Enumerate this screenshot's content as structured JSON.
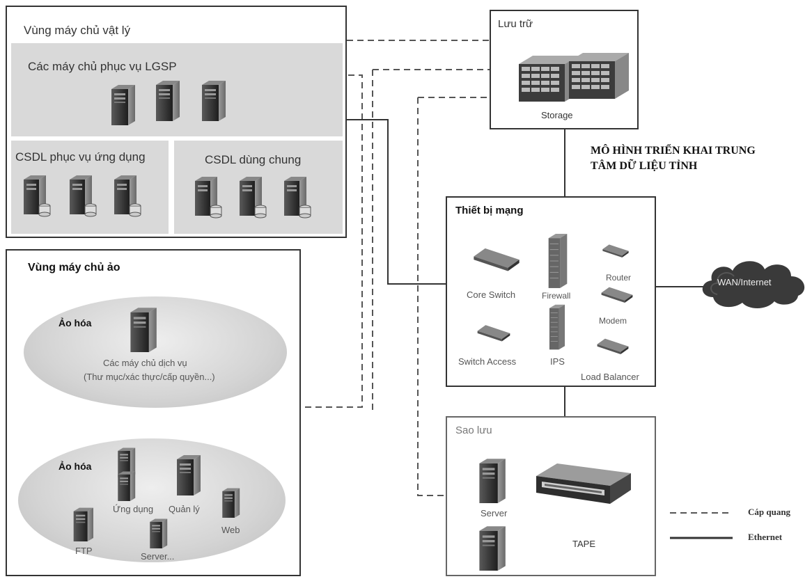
{
  "physical_zone": {
    "title": "Vùng máy chủ vật lý",
    "lgsp_label": "Các máy chủ phục vụ LGSP",
    "app_db_label": "CSDL phục vụ ứng dụng",
    "shared_db_label": "CSDL dùng chung"
  },
  "virtual_zone": {
    "title": "Vùng máy chủ ảo",
    "virt1": {
      "label": "Ảo hóa",
      "caption_line1": "Các máy chủ dịch vụ",
      "caption_line2": "(Thư mục/xác thực/cấp quyền...)"
    },
    "virt2": {
      "label": "Ảo hóa",
      "app": "Ứng dụng",
      "manage": "Quản lý",
      "ftp": "FTP",
      "server": "Server...",
      "web": "Web"
    }
  },
  "storage": {
    "title": "Lưu trữ",
    "item": "Storage"
  },
  "heading": {
    "line1": "MÔ HÌNH TRIỂN KHAI TRUNG",
    "line2": "TÂM DỮ LIỆU TỈNH"
  },
  "network": {
    "title": "Thiết bị mạng",
    "core_switch": "Core Switch",
    "firewall": "Firewall",
    "router": "Router",
    "modem": "Modem",
    "switch_access": "Switch Access",
    "ips": "IPS",
    "load_balancer": "Load Balancer"
  },
  "wan": "WAN/Internet",
  "backup": {
    "title": "Sao lưu",
    "server": "Server",
    "tape": "TAPE"
  },
  "legend": {
    "fiber": "Cáp quang",
    "ethernet": "Ethernet"
  },
  "colors": {
    "line": "#333333",
    "panel": "#d9d9d9",
    "cloud": "#3a3a3a"
  },
  "icons": [
    "server-icon",
    "database-server-icon",
    "storage-array-icon",
    "switch-icon",
    "firewall-icon",
    "router-icon",
    "modem-icon",
    "load-balancer-icon",
    "cloud-icon",
    "tape-library-icon"
  ]
}
